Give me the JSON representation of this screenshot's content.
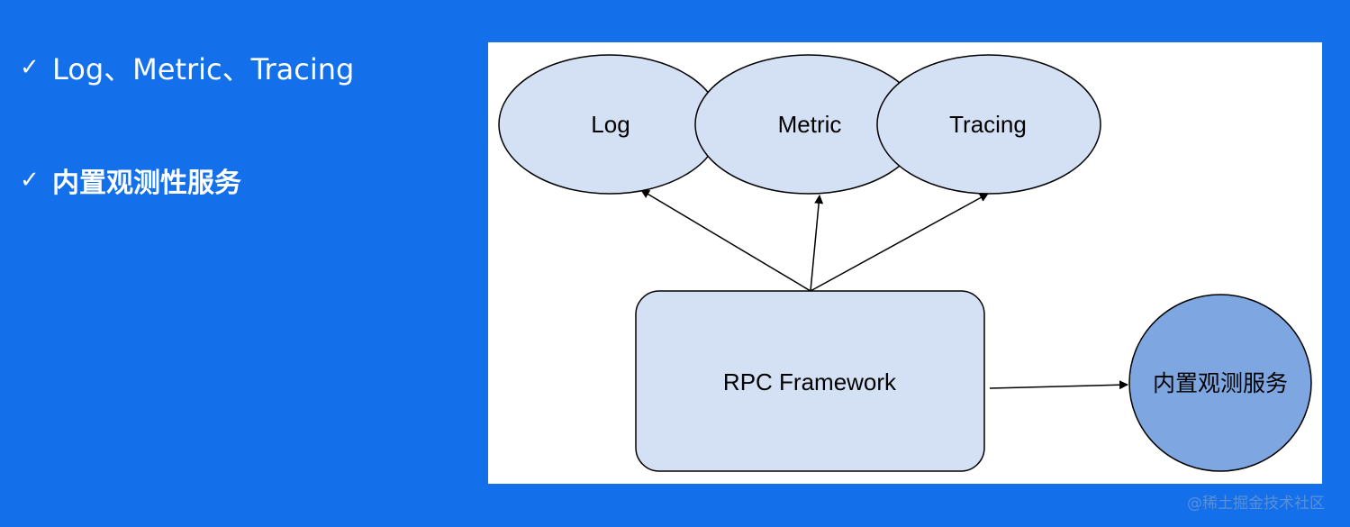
{
  "bullets": [
    {
      "check": "✓",
      "text": "Log、Metric、Tracing"
    },
    {
      "check": "✓",
      "text": "内置观测性服务"
    }
  ],
  "diagram": {
    "nodes": {
      "log": "Log",
      "metric": "Metric",
      "tracing": "Tracing",
      "framework": "RPC Framework",
      "observability_service": "内置观测服务"
    },
    "colors": {
      "background": "#1370ea",
      "ellipse_fill": "#d4e1f4",
      "box_fill": "#d4e1f4",
      "circle_fill": "#7ea6e0",
      "stroke": "#000000"
    }
  },
  "watermark": "@稀土掘金技术社区"
}
